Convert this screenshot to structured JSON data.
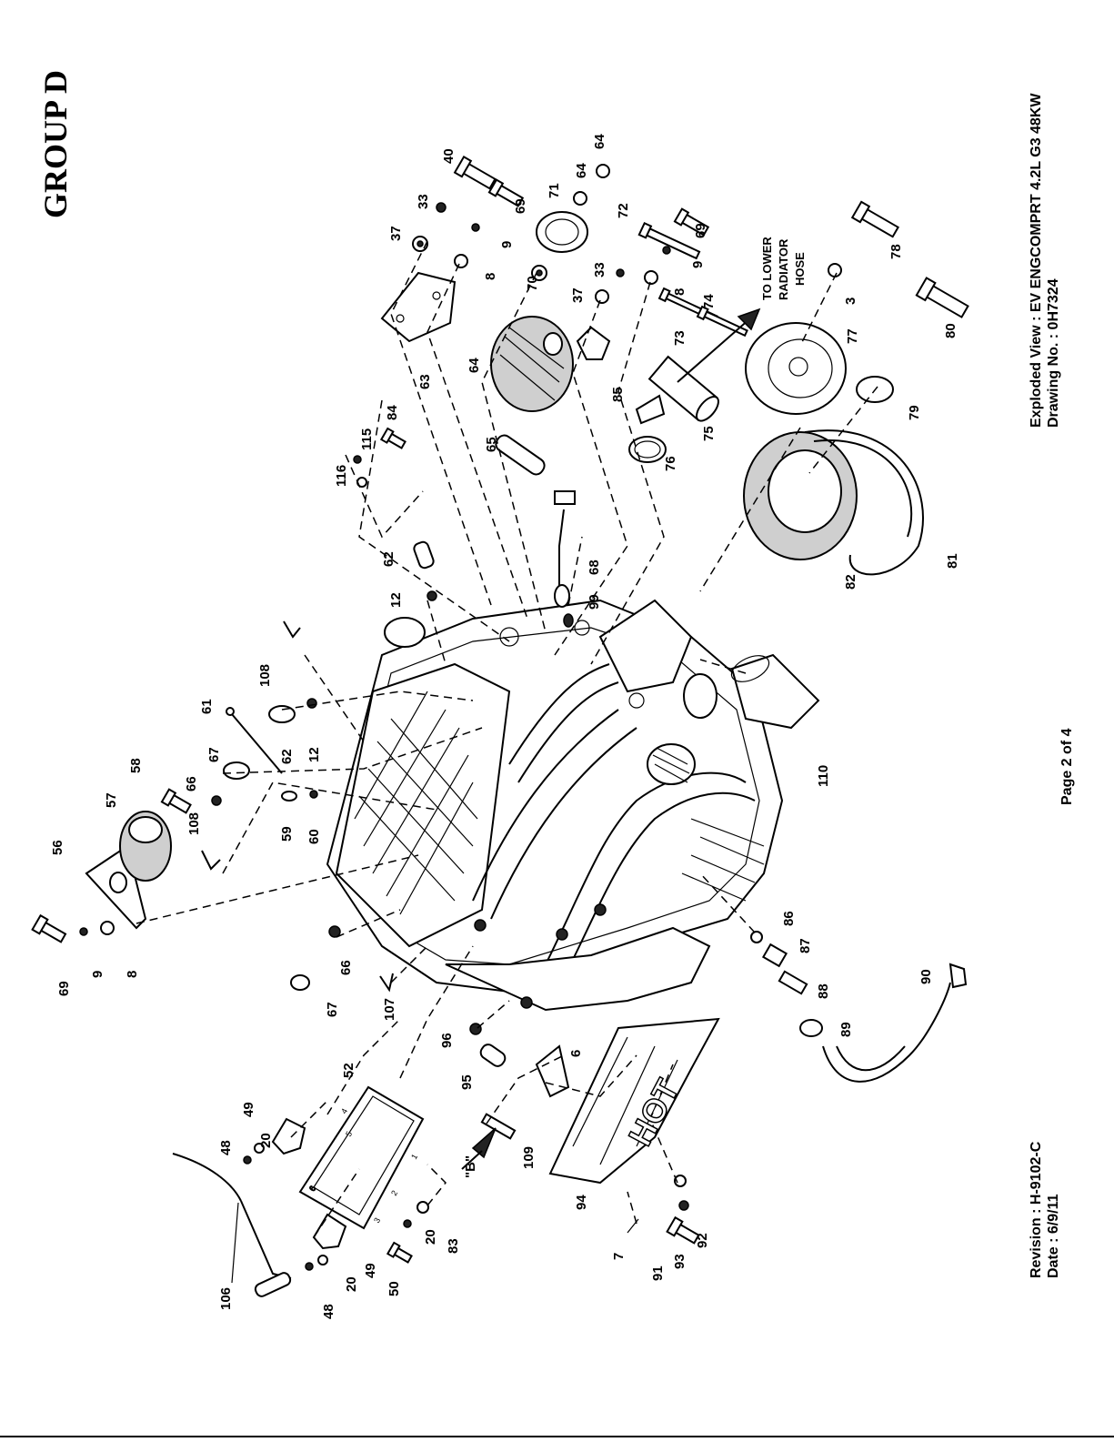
{
  "header": {
    "group_title": "GROUP D"
  },
  "footer": {
    "revision": "Revision : H-9102-C",
    "date": "Date : 6/9/11",
    "page": "Page 2 of 4",
    "view": "Exploded View :  EV ENGCOMPRT 4.2L G3 48KW",
    "drawing_no": "Drawing No. : 0H7324"
  },
  "diagram": {
    "notes": {
      "radiator_line1": "TO LOWER",
      "radiator_line2": "RADIATOR",
      "radiator_line3": "HOSE",
      "view_b": "\"B\"",
      "hot": "HOT"
    },
    "bracket_numbers": [
      "1",
      "2",
      "3",
      "4",
      "5",
      "6"
    ],
    "callouts": [
      "40",
      "33",
      "37",
      "69",
      "9",
      "8",
      "64",
      "64",
      "71",
      "70",
      "72",
      "33",
      "37",
      "9",
      "69",
      "8",
      "63",
      "64",
      "65",
      "84",
      "115",
      "116",
      "85",
      "73",
      "74",
      "75",
      "76",
      "77",
      "3",
      "78",
      "80",
      "79",
      "81",
      "82",
      "62",
      "12",
      "68",
      "99",
      "110",
      "108",
      "61",
      "62",
      "12",
      "67",
      "66",
      "59",
      "60",
      "58",
      "57",
      "56",
      "108",
      "69",
      "9",
      "8",
      "66",
      "67",
      "107",
      "96",
      "95",
      "52",
      "49",
      "20",
      "48",
      "6",
      "109",
      "106",
      "49",
      "20",
      "48",
      "50",
      "20",
      "83",
      "94",
      "93",
      "92",
      "91",
      "7",
      "86",
      "87",
      "88",
      "89",
      "90"
    ]
  },
  "colors": {
    "ink": "#000000",
    "paper": "#ffffff",
    "shade": "#cfcfcf"
  }
}
